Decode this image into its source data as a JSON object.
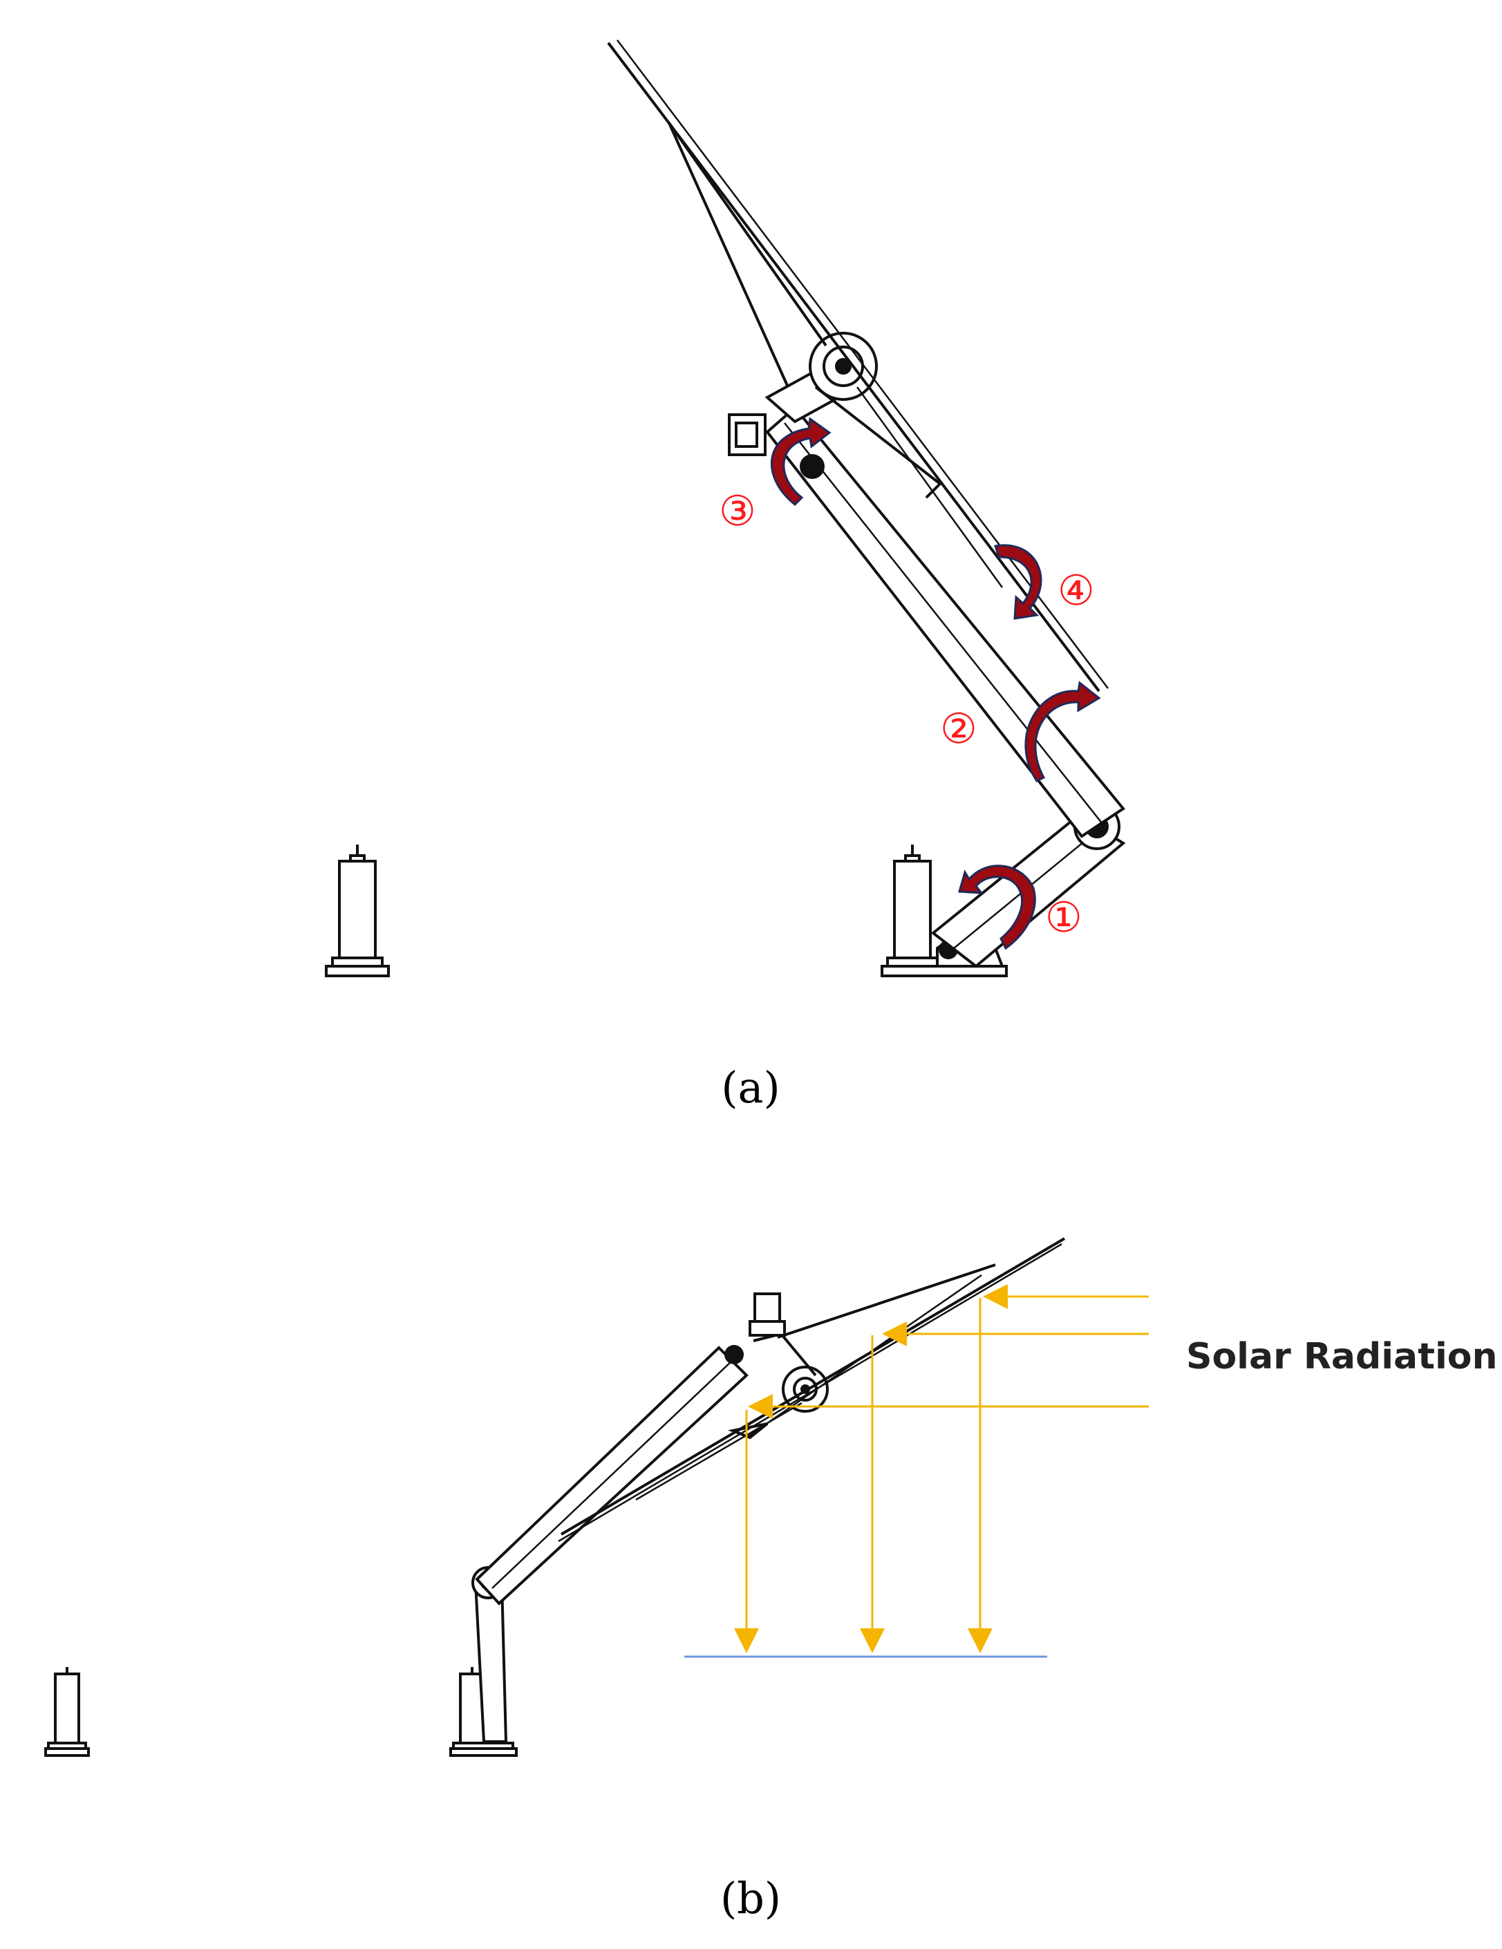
{
  "panel_a": {
    "caption": "(a)",
    "joints": [
      {
        "id": "1",
        "label": "①"
      },
      {
        "id": "2",
        "label": "②"
      },
      {
        "id": "3",
        "label": "③"
      },
      {
        "id": "4",
        "label": "④"
      }
    ]
  },
  "panel_b": {
    "caption": "(b)",
    "solar_label": "Solar Radiation"
  },
  "colors": {
    "rotation_arrow": "#9c0a12",
    "joint_label": "#ff1a1a",
    "sun_ray": "#f4b400",
    "ground_line": "#6f97d8"
  }
}
